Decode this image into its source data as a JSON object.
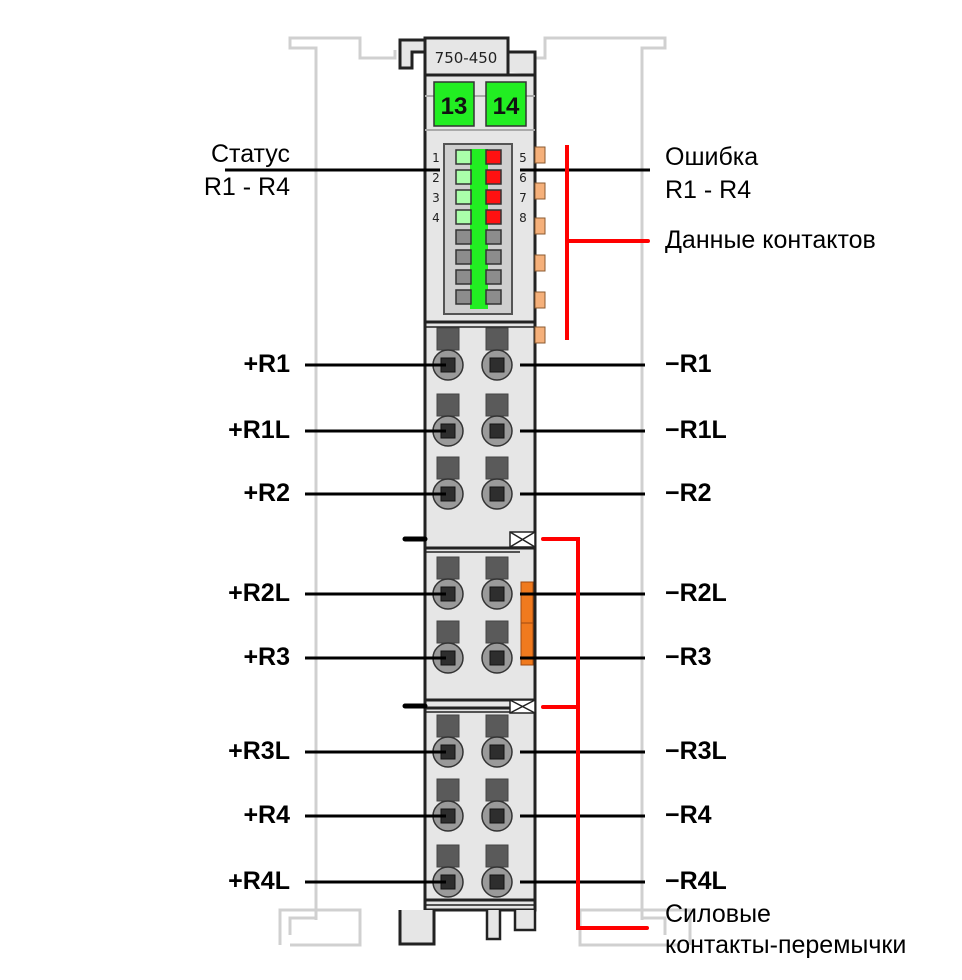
{
  "module": {
    "part_number": "750-450",
    "marker_left": "13",
    "marker_right": "14",
    "led_numbers_left": [
      "1",
      "2",
      "3",
      "4"
    ],
    "led_numbers_right": [
      "5",
      "6",
      "7",
      "8"
    ],
    "status_leds": [
      "on",
      "on",
      "on",
      "on",
      "off",
      "off",
      "off",
      "off"
    ],
    "error_leds": [
      "on",
      "on",
      "on",
      "on",
      "off",
      "off",
      "off",
      "off"
    ]
  },
  "labels": {
    "status_line1": "Статус",
    "status_line2": "R1 - R4",
    "error_line1": "Ошибка",
    "error_line2": "R1 - R4",
    "data_contacts": "Данные контактов",
    "power_line1": "Силовые",
    "power_line2": "контакты-перемычки"
  },
  "terminals_left": [
    "+R1",
    "+R1L",
    "+R2",
    "+R2L",
    "+R3",
    "+R3L",
    "+R4",
    "+R4L"
  ],
  "terminals_right": [
    "−R1",
    "−R1L",
    "−R2",
    "−R2L",
    "−R3",
    "−R3L",
    "−R4",
    "−R4L"
  ],
  "colors": {
    "marker_green": "#22ee22",
    "led_green": "#aaffaa",
    "led_red": "#ff1111",
    "led_off": "#8c8c8c",
    "callout_red": "#ff0000",
    "orange": "#f07a1e",
    "tab_orange": "#f5b07a"
  }
}
